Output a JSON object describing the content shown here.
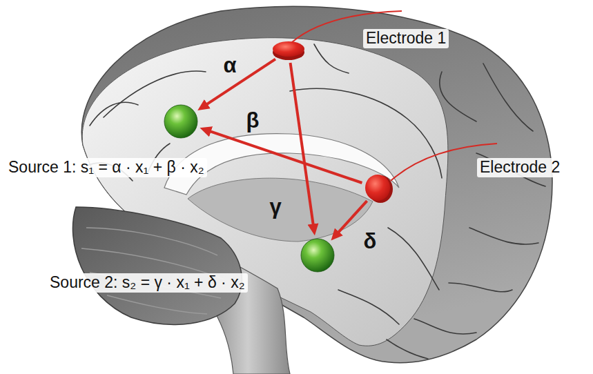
{
  "diagram": {
    "nodes": [
      {
        "text": [
          "Electrode 1"
        ]
      },
      {
        "text": [
          "Source 1: s₁ = α · x₁ + β · x₂"
        ]
      },
      {
        "text": [
          "Electrode 2"
        ]
      },
      {
        "text": [
          "Source 2: s₂ = γ · x₁ + δ · x₂"
        ]
      }
    ],
    "edges": [
      {
        "from": 0,
        "to": 1,
        "label": "α",
        "arrow": "to"
      },
      {
        "from": 2,
        "to": 1,
        "label": "β",
        "arrow": "to"
      },
      {
        "from": 0,
        "to": 3,
        "label": "γ",
        "arrow": "to"
      },
      {
        "from": 2,
        "to": 3,
        "label": "δ",
        "arrow": "to"
      }
    ]
  }
}
